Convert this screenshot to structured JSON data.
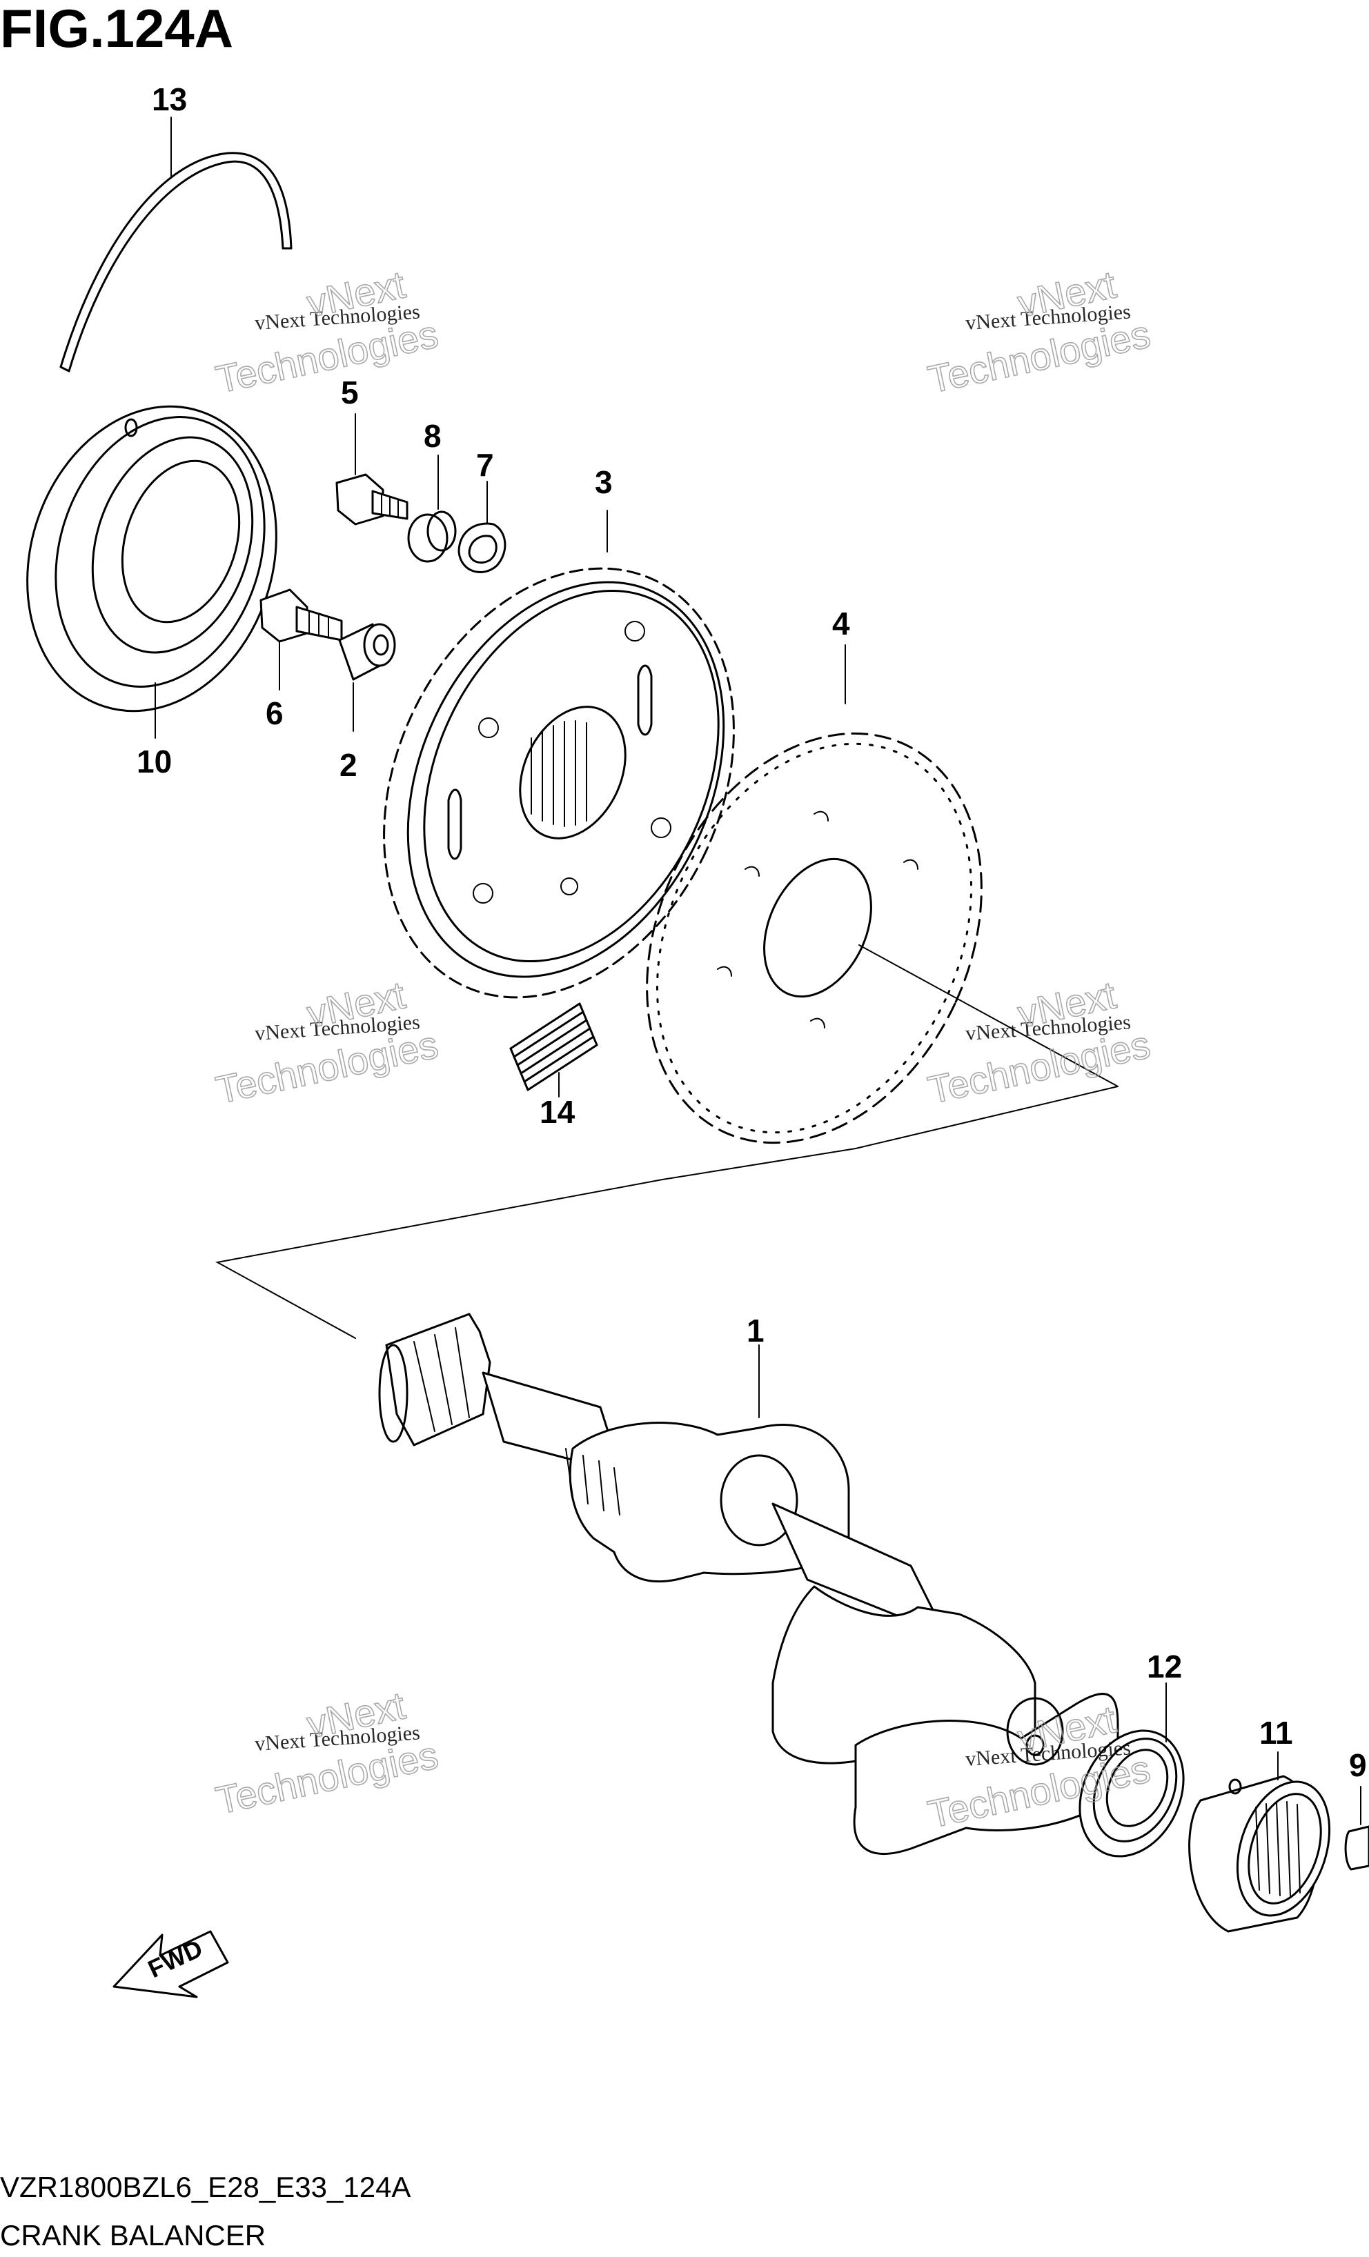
{
  "figure": {
    "title": "FIG.124A",
    "model_code": "VZR1800BZL6_E28_E33_124A",
    "caption": "CRANK BALANCER"
  },
  "parts": {
    "p1": "1",
    "p2": "2",
    "p3": "3",
    "p4": "4",
    "p5": "5",
    "p6": "6",
    "p7": "7",
    "p8": "8",
    "p9": "9",
    "p10": "10",
    "p11": "11",
    "p12": "12",
    "p13": "13",
    "p14": "14"
  },
  "direction_arrow": {
    "label": "FWD",
    "icon": "fwd-arrow-icon"
  },
  "watermark": {
    "line1": "vNext Technologies",
    "big1": "vNext",
    "big2": "Technologies"
  }
}
